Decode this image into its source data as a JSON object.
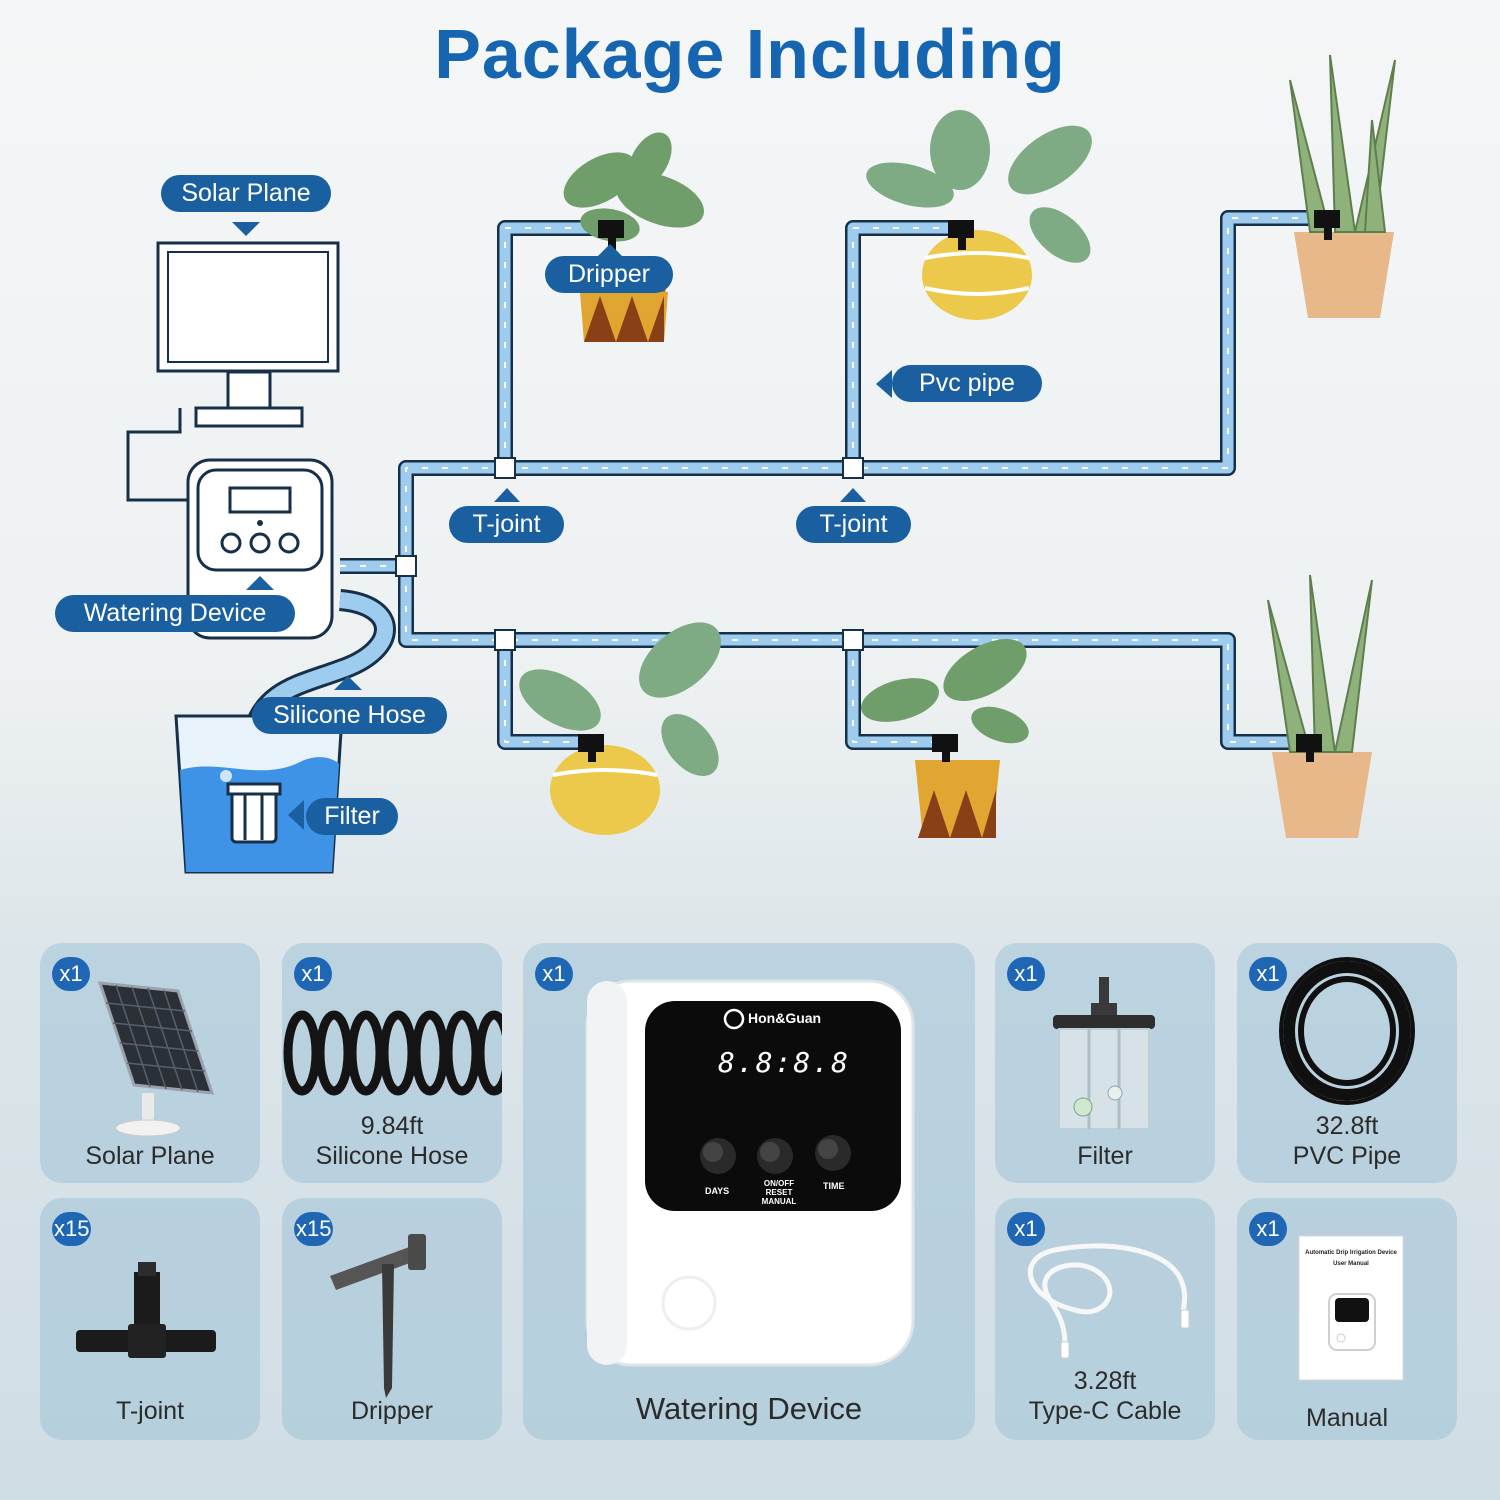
{
  "title": "Package Including",
  "diagram": {
    "labels": {
      "solar": "Solar Plane",
      "watering": "Watering Device",
      "hose": "Silicone Hose",
      "filter": "Filter",
      "dripper": "Dripper",
      "pvc": "Pvc pipe",
      "tjoint1": "T-joint",
      "tjoint2": "T-joint"
    }
  },
  "items": [
    {
      "qty": "x1",
      "line1": "",
      "line2": "Solar Plane",
      "icon": "solar-panel-icon"
    },
    {
      "qty": "x1",
      "line1": "9.84ft",
      "line2": "Silicone Hose",
      "icon": "coiled-hose-icon"
    },
    {
      "qty": "x1",
      "line1": "",
      "line2": "Watering Device",
      "icon": "watering-device-icon"
    },
    {
      "qty": "x1",
      "line1": "",
      "line2": "Filter",
      "icon": "filter-icon"
    },
    {
      "qty": "x1",
      "line1": "32.8ft",
      "line2": "PVC Pipe",
      "icon": "pvc-coil-icon"
    },
    {
      "qty": "x15",
      "line1": "",
      "line2": "T-joint",
      "icon": "t-joint-icon"
    },
    {
      "qty": "x15",
      "line1": "",
      "line2": "Dripper",
      "icon": "dripper-icon"
    },
    {
      "qty": "x1",
      "line1": "3.28ft",
      "line2": "Type-C Cable",
      "icon": "type-c-cable-icon"
    },
    {
      "qty": "x1",
      "line1": "",
      "line2": "Manual",
      "icon": "manual-icon"
    }
  ],
  "device": {
    "brand": "Hon&Guan",
    "display": "8.8:8.8",
    "buttons": [
      "DAYS",
      "ON/OFF RESET MANUAL",
      "TIME"
    ]
  },
  "manual": {
    "title": "Automatic Drip Irrigation Device",
    "subtitle": "User Manual"
  }
}
